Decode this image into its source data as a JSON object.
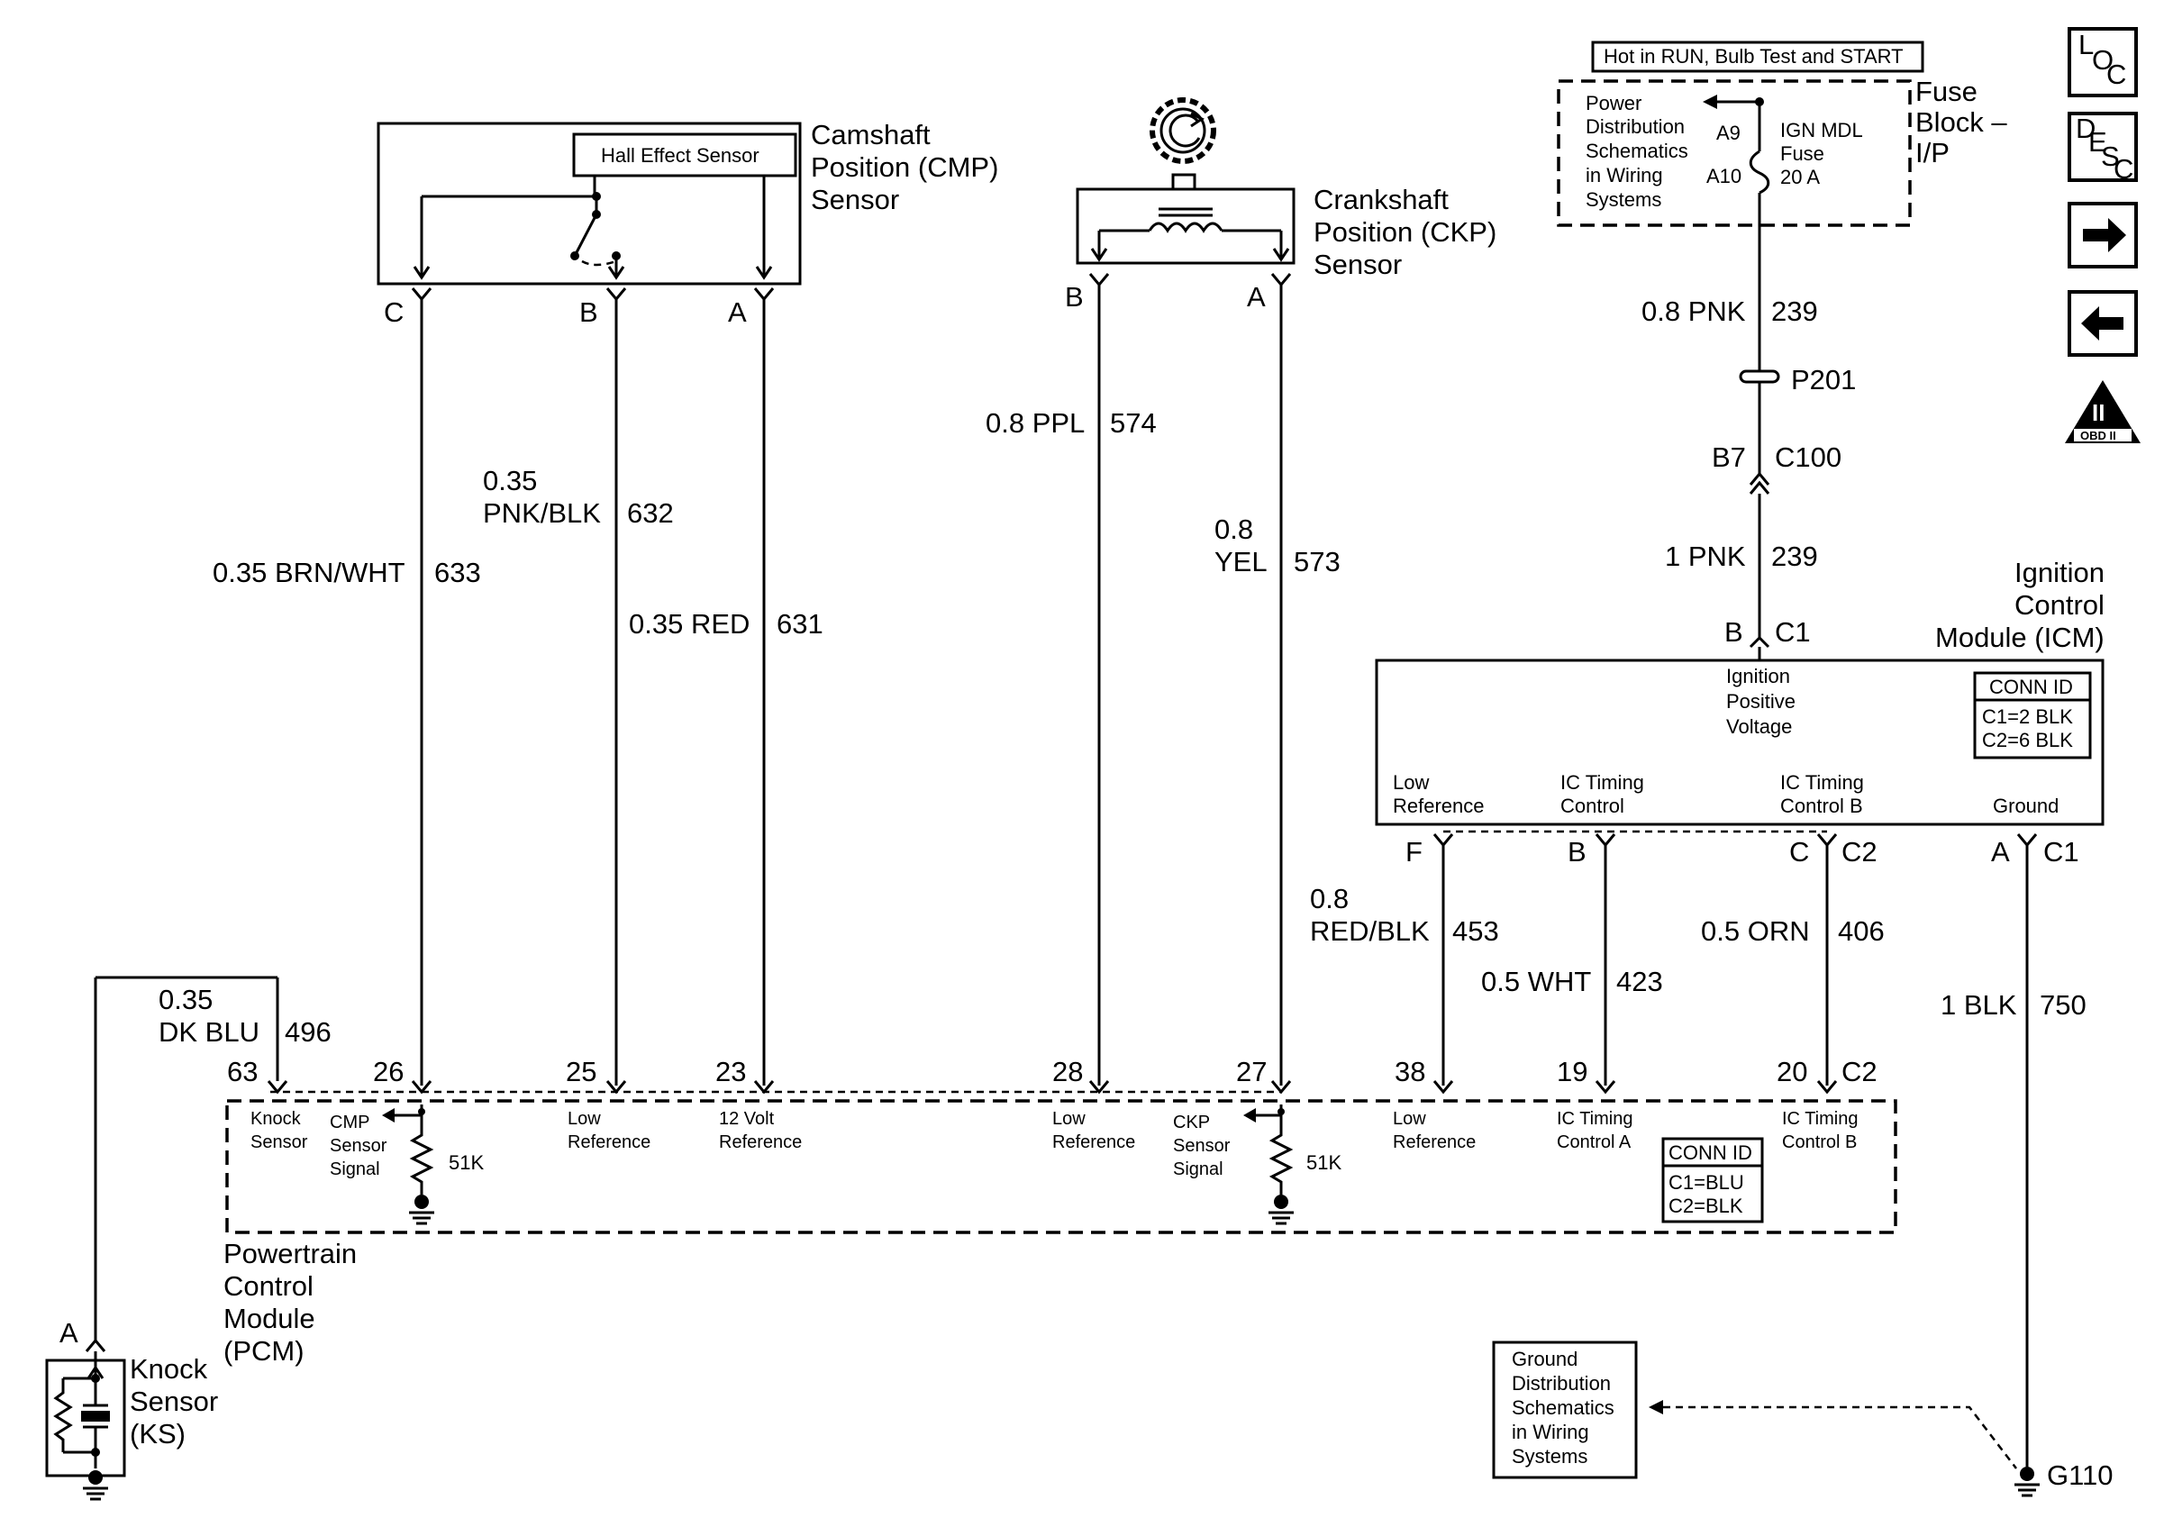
{
  "fuse_block": {
    "hot_label": "Hot in RUN, Bulb Test and START",
    "title_lines": [
      "Fuse",
      "Block –",
      "I/P"
    ],
    "power_dist_lines": [
      "Power",
      "Distribution",
      "Schematics",
      "in Wiring",
      "Systems"
    ],
    "pin_top": "A9",
    "pin_bottom": "A10",
    "fuse_lines": [
      "IGN MDL",
      "Fuse",
      "20 A"
    ]
  },
  "nav_icons": {
    "loc": [
      "L",
      "O",
      "C"
    ],
    "desc": [
      "D",
      "E",
      "S",
      "C"
    ],
    "obd_roman": "II",
    "obd_text": "OBD II"
  },
  "cmp_sensor": {
    "title_lines": [
      "Camshaft",
      "Position (CMP)",
      "Sensor"
    ],
    "hall_label": "Hall Effect Sensor",
    "pins": [
      "C",
      "B",
      "A"
    ]
  },
  "ckp_sensor": {
    "title_lines": [
      "Crankshaft",
      "Position (CKP)",
      "Sensor"
    ],
    "pins": [
      "B",
      "A"
    ]
  },
  "wires": {
    "w633": {
      "color": "0.35 BRN/WHT",
      "circuit": "633"
    },
    "w632": {
      "color_lines": [
        "0.35",
        "PNK/BLK"
      ],
      "circuit": "632"
    },
    "w631": {
      "color": "0.35 RED",
      "circuit": "631"
    },
    "w574": {
      "color": "0.8 PPL",
      "circuit": "574"
    },
    "w573": {
      "color_lines": [
        "0.8",
        "YEL"
      ],
      "circuit": "573"
    },
    "w239a": {
      "color": "0.8 PNK",
      "circuit": "239"
    },
    "w239b": {
      "color": "1 PNK",
      "circuit": "239"
    },
    "w496": {
      "color_lines": [
        "0.35",
        "DK BLU"
      ],
      "circuit": "496"
    },
    "w453": {
      "color_lines": [
        "0.8",
        "RED/BLK"
      ],
      "circuit": "453"
    },
    "w423": {
      "color": "0.5 WHT",
      "circuit": "423"
    },
    "w406": {
      "color": "0.5 ORN",
      "circuit": "406"
    },
    "w750": {
      "color": "1 BLK",
      "circuit": "750"
    }
  },
  "splice": {
    "label": "P201"
  },
  "c100": {
    "pin": "B7",
    "connector": "C100"
  },
  "icm": {
    "title_lines": [
      "Ignition",
      "Control",
      "Module (ICM)"
    ],
    "top_pin": "B",
    "top_conn": "C1",
    "ipv_lines": [
      "Ignition",
      "Positive",
      "Voltage"
    ],
    "conn_id_title": "CONN ID",
    "conn_id_lines": [
      "C1=2 BLK",
      "C2=6 BLK"
    ],
    "terminals": [
      {
        "lines": [
          "Low",
          "Reference"
        ],
        "pin": "F",
        "conn": ""
      },
      {
        "lines": [
          "IC Timing",
          "Control"
        ],
        "pin": "B",
        "conn": ""
      },
      {
        "lines": [
          "IC Timing",
          "Control B"
        ],
        "pin": "C",
        "conn": "C2"
      },
      {
        "lines": [
          "Ground"
        ],
        "pin": "A",
        "conn": "C1"
      }
    ]
  },
  "pcm": {
    "title_lines": [
      "Powertrain",
      "Control",
      "Module",
      "(PCM)"
    ],
    "pins": [
      "63",
      "26",
      "25",
      "23",
      "28",
      "27",
      "38",
      "19",
      "20"
    ],
    "pin20_conn": "C2",
    "labels": {
      "knock": [
        "Knock",
        "Sensor"
      ],
      "cmp": [
        "CMP",
        "Sensor",
        "Signal"
      ],
      "low_ref1": [
        "Low",
        "Reference"
      ],
      "volt12": [
        "12 Volt",
        "Reference"
      ],
      "low_ref2": [
        "Low",
        "Reference"
      ],
      "ckp": [
        "CKP",
        "Sensor",
        "Signal"
      ],
      "low_ref3": [
        "Low",
        "Reference"
      ],
      "ic_a": [
        "IC Timing",
        "Control A"
      ],
      "ic_b": [
        "IC Timing",
        "Control B"
      ]
    },
    "resistor_label": "51K",
    "conn_id_title": "CONN ID",
    "conn_id_lines": [
      "C1=BLU",
      "C2=BLK"
    ]
  },
  "knock_sensor": {
    "pin": "A",
    "title_lines": [
      "Knock",
      "Sensor",
      "(KS)"
    ]
  },
  "ground_dist": {
    "lines": [
      "Ground",
      "Distribution",
      "Schematics",
      "in Wiring",
      "Systems"
    ]
  },
  "ground_label": "G110"
}
